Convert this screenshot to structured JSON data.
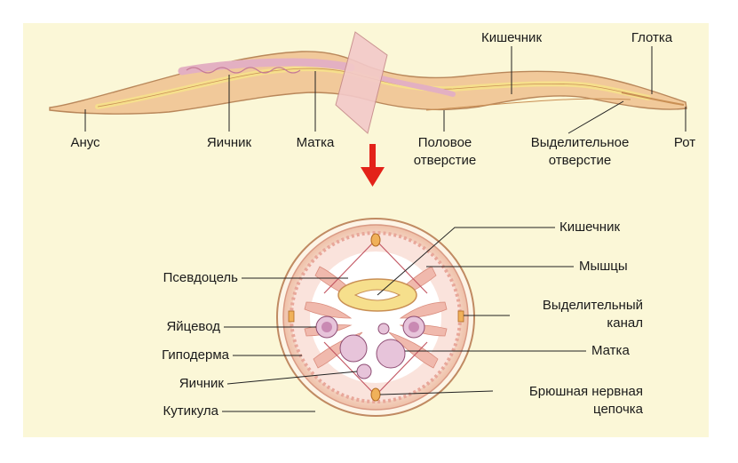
{
  "labels": {
    "anus": "Анус",
    "ovary_top": "Яичник",
    "uterus_top": "Матка",
    "genital_pore_1": "Половое",
    "genital_pore_2": "отверстие",
    "intestine_top": "Кишечник",
    "pharynx": "Глотка",
    "excretory_pore_1": "Выделительное",
    "excretory_pore_2": "отверстие",
    "mouth": "Рот",
    "pseudocoel": "Псевдоцель",
    "oviduct": "Яйцевод",
    "hypodermis": "Гиподерма",
    "ovary_bottom": "Яичник",
    "cuticle": "Кутикула",
    "intestine_bottom": "Кишечник",
    "muscles": "Мышцы",
    "excretory_canal_1": "Выделительный",
    "excretory_canal_2": "канал",
    "uterus_bottom": "Матка",
    "nerve_cord_1": "Брюшная нервная",
    "nerve_cord_2": "цепочка"
  },
  "colors": {
    "background": "#fbf7d7",
    "body_fill": "#f1c99a",
    "body_stroke": "#b9875a",
    "intestine": "#f6df8c",
    "reproductive": "#e3b0c2",
    "muscle": "#e8a79a",
    "arrow": "#e32219",
    "leader": "#222222"
  },
  "icons": {
    "section_arrow": "down-arrow-icon"
  }
}
